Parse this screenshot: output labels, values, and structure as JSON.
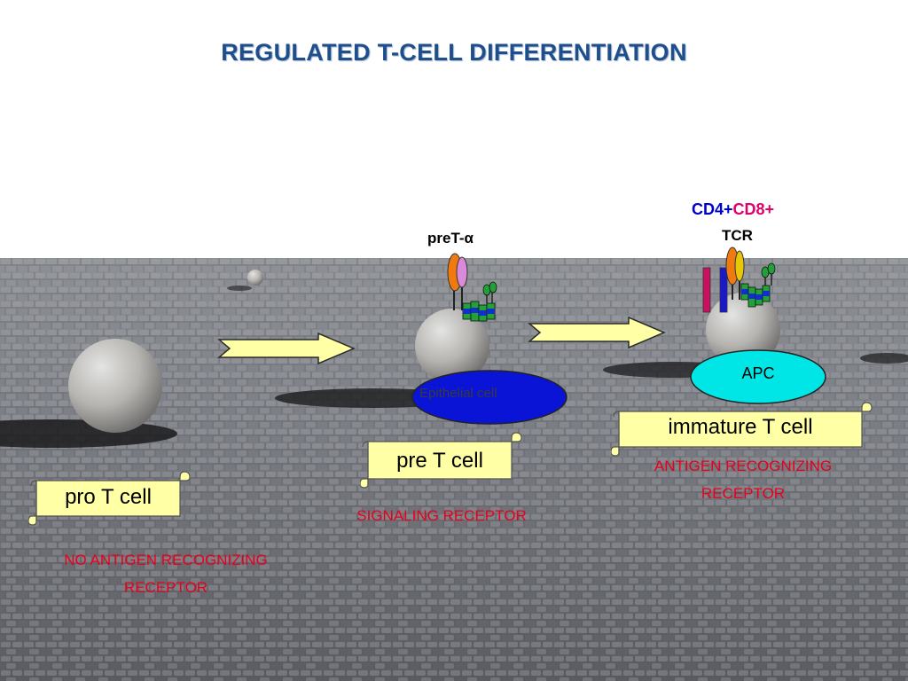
{
  "title": "REGULATED T-CELL DIFFERENTIATION",
  "stages": [
    {
      "label": "pro T cell",
      "caption": [
        "NO ANTIGEN RECOGNIZING",
        "RECEPTOR"
      ]
    },
    {
      "label": "pre T cell",
      "caption": [
        "SIGNALING RECEPTOR"
      ]
    },
    {
      "label": "immature T cell",
      "caption": [
        "ANTIGEN RECOGNIZING",
        "RECEPTOR"
      ]
    }
  ],
  "pre_t_alpha_label": "preT-α",
  "epithelial_label": "Epithelial cell",
  "apc_label": "APC",
  "cd4_label": "CD4+",
  "cd8_label": "CD8+",
  "tcr_label": "TCR",
  "colors": {
    "title": "#1f4e8c",
    "caption_red": "#e8001c",
    "cd4_blue": "#0000cc",
    "cd8_magenta": "#e0006a",
    "scroll_fill": "#ffffa6",
    "epithelial_fill": "#0a14d6",
    "apc_fill": "#00e6e6"
  }
}
